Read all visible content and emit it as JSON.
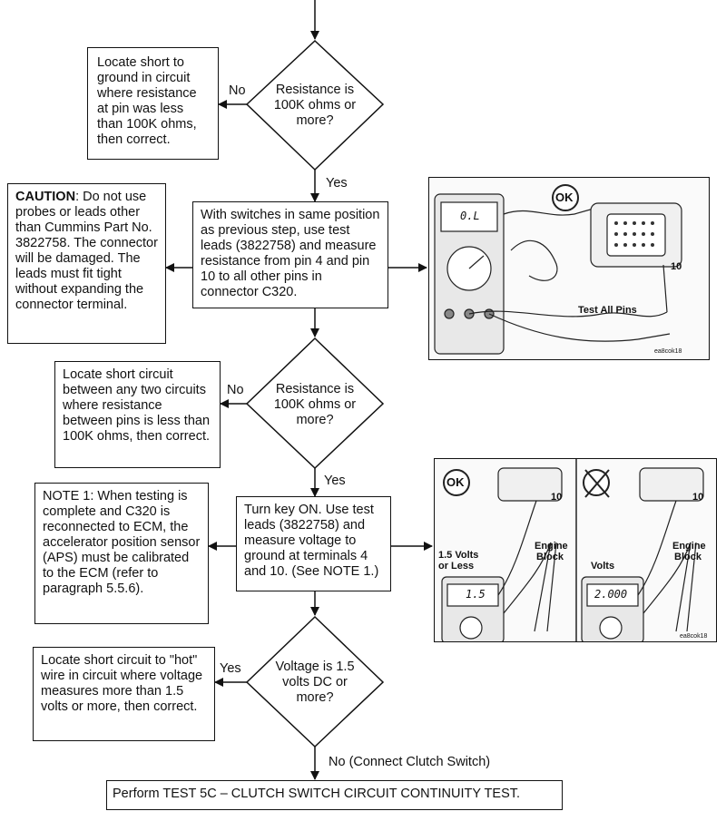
{
  "diamonds": {
    "d1": "Resistance is 100K ohms or more?",
    "d2": "Resistance is 100K ohms or more?",
    "d3": "Voltage is 1.5 volts DC or more?"
  },
  "boxes": {
    "short_ground": "Locate short to ground in circuit where resistance at pin was less than 100K ohms, then correct.",
    "caution_bold": "CAUTION",
    "caution_rest": ": Do not use probes or leads other than Cummins Part No. 3822758. The connector will be damaged. The leads must fit tight without expanding the connector terminal.",
    "measure_resistance": "With switches in same position as previous step, use test leads (3822758) and measure resistance from pin 4 and pin 10 to all other pins in connector C320.",
    "short_circuit": "Locate short circuit between any two circuits where resistance between pins is less than 100K ohms, then correct.",
    "note1": "NOTE 1: When testing is complete and C320 is reconnected to ECM, the accelerator position sensor (APS) must be calibrated to the ECM (refer to paragraph 5.5.6).",
    "key_on": "Turn key ON. Use test leads (3822758) and measure voltage to ground at terminals 4 and 10. (See NOTE 1.)",
    "short_hot": "Locate short circuit to \"hot\" wire in circuit where voltage measures more than 1.5 volts or more, then correct.",
    "final": "Perform TEST 5C – CLUTCH SWITCH CIRCUIT CONTINUITY TEST."
  },
  "labels": {
    "no1": "No",
    "yes1": "Yes",
    "no2": "No",
    "yes2": "Yes",
    "yes3": "Yes",
    "no3": "No (Connect Clutch Switch)"
  },
  "photo1": {
    "ok": "OK",
    "display": "0.L",
    "pin_10": "10",
    "caption": "Test All Pins",
    "code": "ea8cok18"
  },
  "photo2": {
    "ok": "OK",
    "pin_10_left": "10",
    "volts_left_1": "1.5 Volts",
    "volts_left_2": "or Less",
    "engine_left_1": "Engine",
    "engine_left_2": "Block",
    "display_left": "1.5",
    "pin_10_right": "10",
    "volts_right": "Volts",
    "engine_right_1": "Engine",
    "engine_right_2": "Block",
    "display_right": "2.000",
    "code": "ea8cok18"
  }
}
